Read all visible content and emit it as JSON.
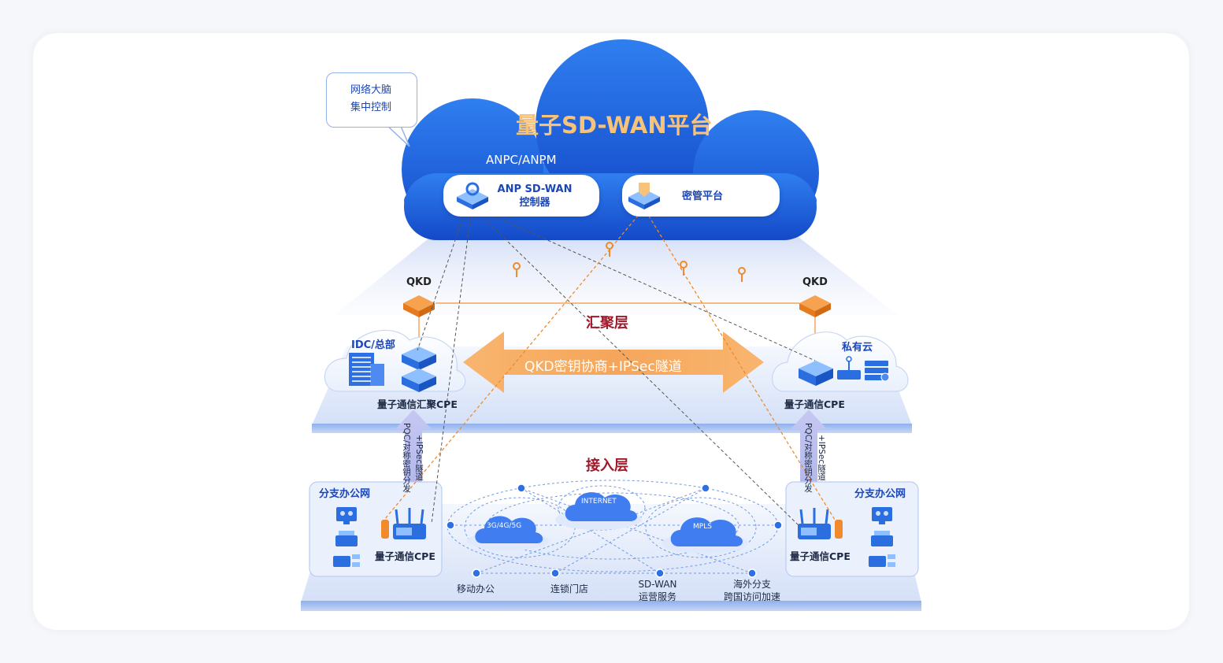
{
  "cloud": {
    "title": "量子SD-WAN平台",
    "subtitle": "ANPC/ANPM",
    "controller_line1": "ANP SD-WAN",
    "controller_line2": "控制器",
    "kms": "密管平台"
  },
  "bubble": {
    "line1": "网络大脑",
    "line2": "集中控制"
  },
  "qkd": {
    "left": "QKD",
    "right": "QKD"
  },
  "aggregation": {
    "title": "汇聚层",
    "tunnel": "QKD密钥协商+IPSec隧道",
    "idc_title": "IDC/总部",
    "private_title": "私有云",
    "agg_cpe": "量子通信汇聚CPE",
    "right_cpe": "量子通信CPE"
  },
  "vertical": {
    "left_1": "PQC/对称密钥分发",
    "left_2": "+IPSec隧道",
    "right_1": "PQC/对称密钥分发",
    "right_2": "+IPSec隧道"
  },
  "access": {
    "title": "接入层",
    "branch_left": "分支办公网",
    "branch_right": "分支办公网",
    "cpe_left": "量子通信CPE",
    "cpe_right": "量子通信CPE",
    "net_mobile": "3G/4G/5G",
    "net_internet": "INTERNET",
    "net_mpls": "MPLS",
    "endpoint_1": "移动办公",
    "endpoint_2": "连锁门店",
    "endpoint_3_line1": "SD-WAN",
    "endpoint_3_line2": "运营服务",
    "endpoint_4_line1": "海外分支",
    "endpoint_4_line2": "跨国访问加速"
  },
  "colors": {
    "cloud_blue": "#1b5fe0",
    "title_orange": "#f7c27a",
    "tunnel_orange": "#f6a65a",
    "layer_red": "#a0182a",
    "key_orange": "#f08a2a"
  }
}
